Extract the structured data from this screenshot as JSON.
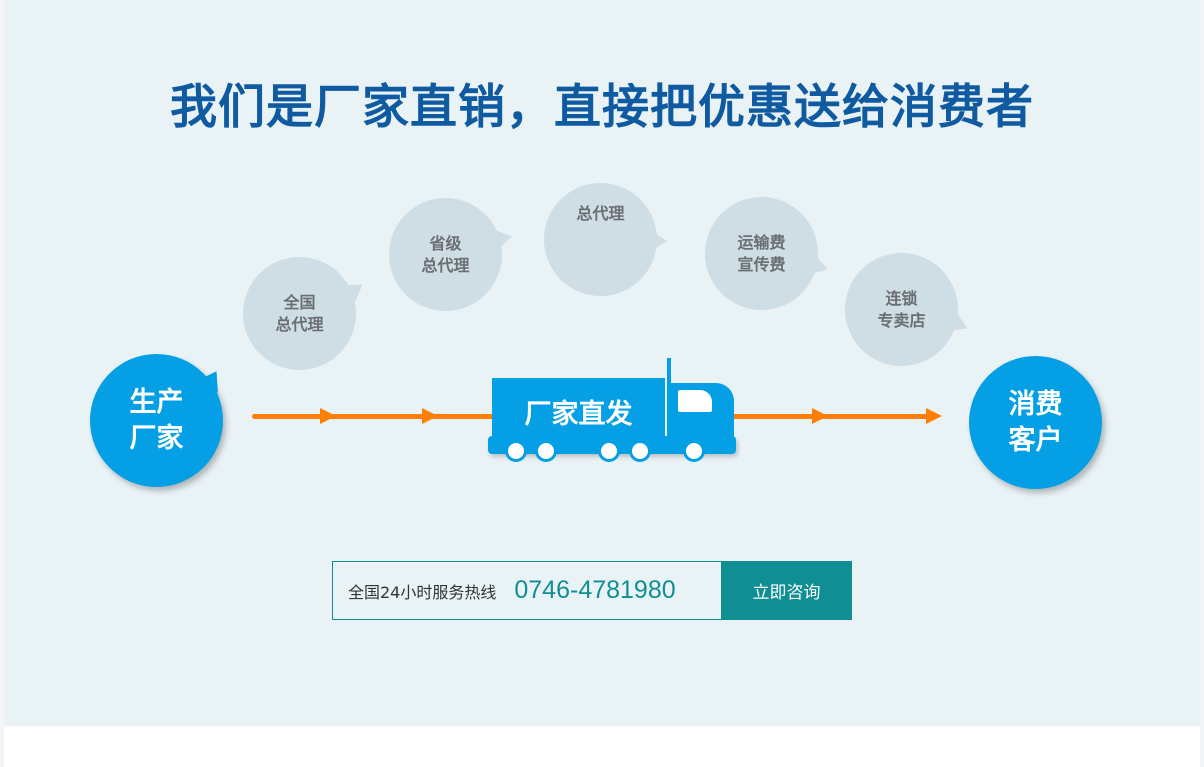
{
  "title": "我们是厂家直销，直接把优惠送给消费者",
  "source": {
    "line1": "生产",
    "line2": "厂家"
  },
  "destination": {
    "line1": "消费",
    "line2": "客户"
  },
  "truck": {
    "label": "厂家直发"
  },
  "middlemen": [
    {
      "line1": "全国",
      "line2": "总代理"
    },
    {
      "line1": "省级",
      "line2": "总代理"
    },
    {
      "line1": "总代理",
      "line2": ""
    },
    {
      "line1": "运输费",
      "line2": "宣传费"
    },
    {
      "line1": "连锁",
      "line2": "专卖店"
    }
  ],
  "hotline": {
    "label": "全国24小时服务热线",
    "number": "0746-4781980",
    "button": "立即咨询"
  },
  "colors": {
    "title": "#0f5aa0",
    "blue": "#049fe5",
    "orange": "#ff7f06",
    "teal": "#0f8f93",
    "grey_bubble": "#cfdde4"
  }
}
